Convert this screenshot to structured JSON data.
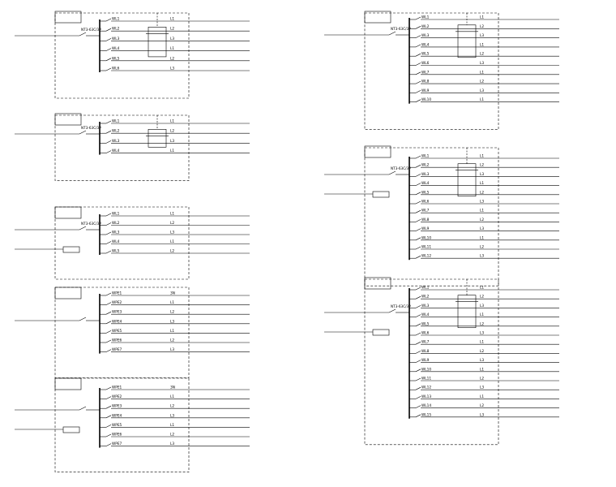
{
  "panels": [
    {
      "id": "p1",
      "header_note": "",
      "box_label": "",
      "box_sub": "",
      "incoming_feeders": [],
      "main_breaker": "NT3-63C/3P",
      "contactor_label": "",
      "bottom_label": "",
      "rows": [
        {
          "code": "WL1",
          "breaker": "",
          "cable": "",
          "phase": "L1",
          "load": "",
          "power": ""
        },
        {
          "code": "WL2",
          "breaker": "",
          "cable": "",
          "phase": "L2",
          "load": "",
          "power": ""
        },
        {
          "code": "WL3",
          "breaker": "",
          "cable": "",
          "phase": "L3",
          "load": "",
          "power": ""
        },
        {
          "code": "WL4",
          "breaker": "",
          "cable": "",
          "phase": "L1",
          "load": "",
          "power": ""
        },
        {
          "code": "WL5",
          "breaker": "",
          "cable": "",
          "phase": "L2",
          "load": "",
          "power": ""
        },
        {
          "code": "WL6",
          "breaker": "",
          "cable": "",
          "phase": "L3",
          "load": "",
          "power": ""
        }
      ],
      "notes": []
    },
    {
      "id": "p2",
      "header_note": "",
      "box_label": "",
      "box_sub": "",
      "incoming_feeders": [],
      "main_breaker": "NT3-63C/3P",
      "contactor_label": "",
      "bottom_label": "",
      "rows": [
        {
          "code": "WL1",
          "breaker": "",
          "cable": "",
          "phase": "L1",
          "load": "",
          "power": ""
        },
        {
          "code": "WL2",
          "breaker": "",
          "cable": "",
          "phase": "L2",
          "load": "",
          "power": ""
        },
        {
          "code": "WL3",
          "breaker": "",
          "cable": "",
          "phase": "L3",
          "load": "",
          "power": ""
        },
        {
          "code": "WL4",
          "breaker": "",
          "cable": "",
          "phase": "L1",
          "load": "",
          "power": ""
        }
      ],
      "notes": []
    },
    {
      "id": "p3",
      "header_note": "",
      "box_label": "",
      "box_sub": "",
      "incoming_feeders": [],
      "main_breaker": "NT3-63C/3P",
      "contactor_label": "",
      "bottom_label": "",
      "rows": [
        {
          "code": "WL1",
          "breaker": "",
          "cable": "",
          "phase": "L1",
          "load": "",
          "power": ""
        },
        {
          "code": "WL2",
          "breaker": "",
          "cable": "",
          "phase": "L2",
          "load": "",
          "power": ""
        },
        {
          "code": "WL3",
          "breaker": "",
          "cable": "",
          "phase": "L3",
          "load": "",
          "power": ""
        },
        {
          "code": "WL4",
          "breaker": "",
          "cable": "",
          "phase": "L1",
          "load": "",
          "power": ""
        },
        {
          "code": "WL5",
          "breaker": "",
          "cable": "",
          "phase": "L2",
          "load": "",
          "power": ""
        }
      ],
      "notes": []
    },
    {
      "id": "p4",
      "header_note": "",
      "box_label": "",
      "box_sub": "",
      "incoming_feeders": [],
      "main_breaker": "",
      "contactor_label": "",
      "bottom_label": "",
      "rows": [
        {
          "code": "WPE1",
          "breaker": "",
          "cable": "",
          "phase": "3N",
          "load": "",
          "power": ""
        },
        {
          "code": "WPE2",
          "breaker": "",
          "cable": "",
          "phase": "L1",
          "load": "",
          "power": ""
        },
        {
          "code": "WPE3",
          "breaker": "",
          "cable": "",
          "phase": "L2",
          "load": "",
          "power": ""
        },
        {
          "code": "WPE4",
          "breaker": "",
          "cable": "",
          "phase": "L3",
          "load": "",
          "power": ""
        },
        {
          "code": "WPE5",
          "breaker": "",
          "cable": "",
          "phase": "L1",
          "load": "",
          "power": ""
        },
        {
          "code": "WPE6",
          "breaker": "",
          "cable": "",
          "phase": "L2",
          "load": "",
          "power": ""
        },
        {
          "code": "WPE7",
          "breaker": "",
          "cable": "",
          "phase": "L3",
          "load": "",
          "power": ""
        }
      ],
      "notes": []
    },
    {
      "id": "p5",
      "header_note": "",
      "box_label": "",
      "box_sub": "",
      "incoming_feeders": [],
      "main_breaker": "",
      "contactor_label": "",
      "bottom_label": "",
      "rows": [
        {
          "code": "WPE1",
          "breaker": "",
          "cable": "",
          "phase": "3N",
          "load": "",
          "power": ""
        },
        {
          "code": "WPE2",
          "breaker": "",
          "cable": "",
          "phase": "L1",
          "load": "",
          "power": ""
        },
        {
          "code": "WPE3",
          "breaker": "",
          "cable": "",
          "phase": "L2",
          "load": "",
          "power": ""
        },
        {
          "code": "WPE4",
          "breaker": "",
          "cable": "",
          "phase": "L3",
          "load": "",
          "power": ""
        },
        {
          "code": "WPE5",
          "breaker": "",
          "cable": "",
          "phase": "L1",
          "load": "",
          "power": ""
        },
        {
          "code": "WPE6",
          "breaker": "",
          "cable": "",
          "phase": "L2",
          "load": "",
          "power": ""
        },
        {
          "code": "WPE7",
          "breaker": "",
          "cable": "",
          "phase": "L3",
          "load": "",
          "power": ""
        }
      ],
      "notes": []
    },
    {
      "id": "p6",
      "header_note": "",
      "box_label": "",
      "box_sub": "",
      "incoming_feeders": [],
      "main_breaker": "NT3-63C/3P",
      "contactor_label": "",
      "bottom_label": "",
      "rows": [
        {
          "code": "WL1",
          "breaker": "",
          "cable": "",
          "phase": "L1",
          "load": "",
          "power": ""
        },
        {
          "code": "WL2",
          "breaker": "",
          "cable": "",
          "phase": "L2",
          "load": "",
          "power": ""
        },
        {
          "code": "WL3",
          "breaker": "",
          "cable": "",
          "phase": "L3",
          "load": "",
          "power": ""
        },
        {
          "code": "WL4",
          "breaker": "",
          "cable": "",
          "phase": "L1",
          "load": "",
          "power": ""
        },
        {
          "code": "WL5",
          "breaker": "",
          "cable": "",
          "phase": "L2",
          "load": "",
          "power": ""
        },
        {
          "code": "WL6",
          "breaker": "",
          "cable": "",
          "phase": "L3",
          "load": "",
          "power": ""
        },
        {
          "code": "WL7",
          "breaker": "",
          "cable": "",
          "phase": "L1",
          "load": "",
          "power": ""
        },
        {
          "code": "WL8",
          "breaker": "",
          "cable": "",
          "phase": "L2",
          "load": "",
          "power": ""
        },
        {
          "code": "WL9",
          "breaker": "",
          "cable": "",
          "phase": "L3",
          "load": "",
          "power": ""
        },
        {
          "code": "WL10",
          "breaker": "",
          "cable": "",
          "phase": "L1",
          "load": "",
          "power": ""
        }
      ],
      "notes": []
    },
    {
      "id": "p7",
      "header_note": "",
      "box_label": "",
      "box_sub": "",
      "incoming_feeders": [],
      "main_breaker": "NT3-63C/3P",
      "contactor_label": "",
      "bottom_label": "",
      "rows": [
        {
          "code": "WL1",
          "breaker": "",
          "cable": "",
          "phase": "L1",
          "load": "",
          "power": ""
        },
        {
          "code": "WL2",
          "breaker": "",
          "cable": "",
          "phase": "L2",
          "load": "",
          "power": ""
        },
        {
          "code": "WL3",
          "breaker": "",
          "cable": "",
          "phase": "L3",
          "load": "",
          "power": ""
        },
        {
          "code": "WL4",
          "breaker": "",
          "cable": "",
          "phase": "L1",
          "load": "",
          "power": ""
        },
        {
          "code": "WL5",
          "breaker": "",
          "cable": "",
          "phase": "L2",
          "load": "",
          "power": ""
        },
        {
          "code": "WL6",
          "breaker": "",
          "cable": "",
          "phase": "L3",
          "load": "",
          "power": ""
        },
        {
          "code": "WL7",
          "breaker": "",
          "cable": "",
          "phase": "L1",
          "load": "",
          "power": ""
        },
        {
          "code": "WL8",
          "breaker": "",
          "cable": "",
          "phase": "L2",
          "load": "",
          "power": ""
        },
        {
          "code": "WL9",
          "breaker": "",
          "cable": "",
          "phase": "L3",
          "load": "",
          "power": ""
        },
        {
          "code": "WL10",
          "breaker": "",
          "cable": "",
          "phase": "L1",
          "load": "",
          "power": ""
        },
        {
          "code": "WL11",
          "breaker": "",
          "cable": "",
          "phase": "L2",
          "load": "",
          "power": ""
        },
        {
          "code": "WL12",
          "breaker": "",
          "cable": "",
          "phase": "L3",
          "load": "",
          "power": ""
        }
      ],
      "notes": []
    },
    {
      "id": "p8",
      "header_note": "",
      "box_label": "",
      "box_sub": "",
      "incoming_feeders": [],
      "main_breaker": "NT3-63C/3P",
      "contactor_label": "",
      "bottom_label": "",
      "rows": [
        {
          "code": "WL1",
          "breaker": "",
          "cable": "",
          "phase": "L1",
          "load": "",
          "power": ""
        },
        {
          "code": "WL2",
          "breaker": "",
          "cable": "",
          "phase": "L2",
          "load": "",
          "power": ""
        },
        {
          "code": "WL3",
          "breaker": "",
          "cable": "",
          "phase": "L3",
          "load": "",
          "power": ""
        },
        {
          "code": "WL4",
          "breaker": "",
          "cable": "",
          "phase": "L1",
          "load": "",
          "power": ""
        },
        {
          "code": "WL5",
          "breaker": "",
          "cable": "",
          "phase": "L2",
          "load": "",
          "power": ""
        },
        {
          "code": "WL6",
          "breaker": "",
          "cable": "",
          "phase": "L3",
          "load": "",
          "power": ""
        },
        {
          "code": "WL7",
          "breaker": "",
          "cable": "",
          "phase": "L1",
          "load": "",
          "power": ""
        },
        {
          "code": "WL8",
          "breaker": "",
          "cable": "",
          "phase": "L2",
          "load": "",
          "power": ""
        },
        {
          "code": "WL9",
          "breaker": "",
          "cable": "",
          "phase": "L3",
          "load": "",
          "power": ""
        },
        {
          "code": "WL10",
          "breaker": "",
          "cable": "",
          "phase": "L1",
          "load": "",
          "power": ""
        },
        {
          "code": "WL11",
          "breaker": "",
          "cable": "",
          "phase": "L2",
          "load": "",
          "power": ""
        },
        {
          "code": "WL12",
          "breaker": "",
          "cable": "",
          "phase": "L3",
          "load": "",
          "power": ""
        },
        {
          "code": "WL13",
          "breaker": "",
          "cable": "",
          "phase": "L1",
          "load": "",
          "power": ""
        },
        {
          "code": "WL14",
          "breaker": "",
          "cable": "",
          "phase": "L2",
          "load": "",
          "power": ""
        },
        {
          "code": "WL15",
          "breaker": "",
          "cable": "",
          "phase": "L3",
          "load": "",
          "power": ""
        }
      ],
      "notes": []
    }
  ]
}
